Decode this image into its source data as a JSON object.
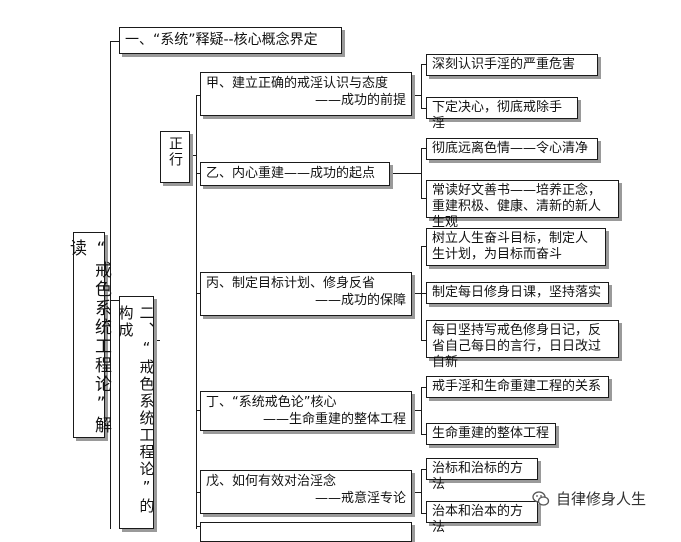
{
  "root": {
    "title": "“戒色系统工程论”解读"
  },
  "section1": {
    "title": "一、“系统”释疑--核心概念界定"
  },
  "section2": {
    "title": "二、“戒色系统工程论”的构成"
  },
  "zhengxing": {
    "label": "正行"
  },
  "nodes": [
    {
      "line1": "甲、建立正确的戒淫认识与态度",
      "line2": "——成功的前提",
      "children": [
        "深刻认识手淫的严重危害",
        "下定决心，彻底戒除手淫"
      ]
    },
    {
      "line1": "乙、内心重建——成功的起点",
      "line2": "",
      "children": [
        "彻底远离色情——令心清净",
        "常读好文善书——培养正念，重建积极、健康、清新的新人生观"
      ]
    },
    {
      "line1": "丙、制定目标计划、修身反省",
      "line2": "——成功的保障",
      "children": [
        "树立人生奋斗目标，制定人生计划，为目标而奋斗",
        "制定每日修身日课，坚持落实",
        "每日坚持写戒色修身日记，反省自己每日的言行，日日改过自新"
      ]
    },
    {
      "line1": "丁、“系统戒色论”核心",
      "line2": "——生命重建的整体工程",
      "children": [
        "戒手淫和生命重建工程的关系",
        "生命重建的整体工程"
      ]
    },
    {
      "line1": "戊、如何有效对治淫念",
      "line2": "——戒意淫专论",
      "children": [
        "治标和治标的方法",
        "治本和治本的方法"
      ]
    }
  ],
  "watermark": {
    "text": "自律修身人生",
    "icon": "wechat-icon"
  }
}
